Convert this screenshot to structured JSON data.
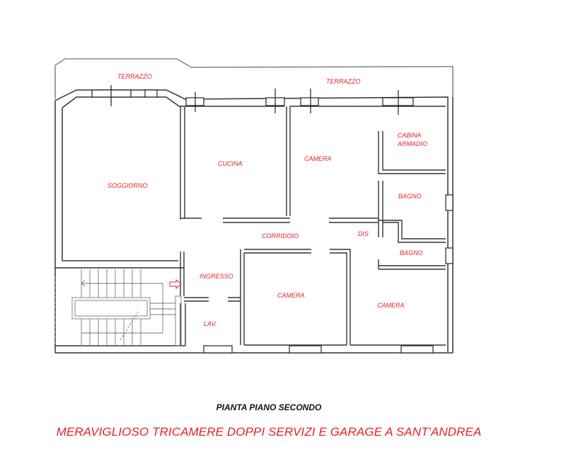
{
  "rooms": {
    "terrazzo_left": "TERRAZZO",
    "terrazzo_right": "TERRAZZO",
    "soggiorno": "SOGGIORNO",
    "cucina": "CUCINA",
    "camera_top": "CAMERA",
    "cabina_armadio_line1": "CABINA",
    "cabina_armadio_line2": "ARMADIO",
    "bagno_top": "BAGNO",
    "corridoio": "CORRIDOIO",
    "dis": "DIS",
    "bagno_bottom": "BAGNO",
    "ingresso": "INGRESSO",
    "lav": "LAV.",
    "camera_center": "CAMERA",
    "camera_right": "CAMERA"
  },
  "captions": {
    "title": "PIANTA PIANO SECONDO",
    "subtitle": "MERAVIGLIOSO TRICAMERE DOPPI SERVIZI E GARAGE A SANT'ANDREA"
  },
  "colors": {
    "label": "#e8202a",
    "wall": "#333333",
    "title": "#111111"
  },
  "icons": {
    "entrance_arrow": "right-arrow-outline"
  }
}
